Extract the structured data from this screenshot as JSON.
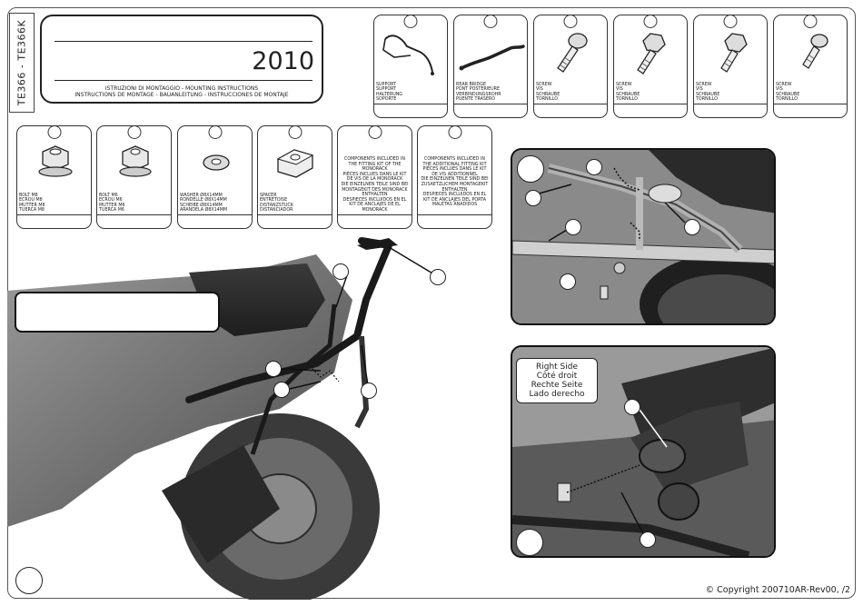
{
  "doc": {
    "code": "TE366 - TE366K",
    "year": "2010",
    "instructions": [
      "ISTRUZIONI DI MONTAGGIO  -  MOUNTING INSTRUCTIONS",
      "INSTRUCTIONS DE MONTAGE - BAUANLEITUNG - INSTRUCCIONES DE MONTAJE"
    ],
    "copyright": "© Copyright 200710AR-Rev00,    /2"
  },
  "parts_top": [
    {
      "label": "SUPPORT\nSUPPORT\nHALTERUNG\nSOPORTE"
    },
    {
      "label": "REAR BRIDGE\nPONT POSTERIEURE\nVERBINDUNGSROHR\nPUENTE TRASERO"
    },
    {
      "label": "SCREW\nVIS\nSCHRAUBE\nTORNILLO"
    },
    {
      "label": "SCREW\nVIS\nSCHRAUBE\nTORNILLO"
    },
    {
      "label": "SCREW\nVIS\nSCHRAUBE\nTORNILLO"
    },
    {
      "label": "SCREW\nVIS\nSCHRAUBE\nTORNILLO"
    }
  ],
  "parts_second": [
    {
      "label": "BOLT M8\nECROU M8\nMUTTER M8\nTUERCA M8"
    },
    {
      "label": "BOLT M6\nECROU M6\nMUTTER M6\nTUERCA M6"
    },
    {
      "label": "WASHER Ø8x14mm\nRONDELLE Ø8x14mm\nSCHEIBE Ø8x14mm\nARANDELA Ø8x14mm"
    },
    {
      "label": "SPACER\nENTRETOISE\nDISTANZSTUCK\nDISTANCIADOR"
    }
  ],
  "info_boxes": [
    {
      "text": "COMPONENTS INCLUDED IN THE FITTING KIT OF THE MONORACK\nPIÈCES INCLUES DANS LE KIT DE VIS DE LA MONORACK\nDIE EINZELNEN TEILE SIND BEI MONTAGEKIT DES MONORACK ENTHALTEN\nDESPIECES INCLUIDOS EN EL KIT DE ANCLAJES DE EL MONORACK"
    },
    {
      "text": "COMPONENTS INCLUDED IN THE ADDITIONAL FITTING KIT\nPIÈCES INCLUES DANS LE KIT DE VIS ADDITIONNEL\nDIE EINZELNEN TEILE SIND BEI ZUSAETZLICHEM MONTAGEKIT ENTHALTEN\nDESPIECES INCLUIDOS EN EL KIT DE ANCLAJES DEL PORTA MALETAS ANADIDOS"
    }
  ],
  "side_note": {
    "lines": [
      "Right Side",
      "Côté droit",
      "Rechte Seite",
      "Lado derecho"
    ]
  },
  "colors": {
    "line": "#222222",
    "photo_dark": "#2a2a2a",
    "photo_mid": "#6b6b6b",
    "photo_light": "#b5b5b5",
    "paper": "#ffffff"
  }
}
